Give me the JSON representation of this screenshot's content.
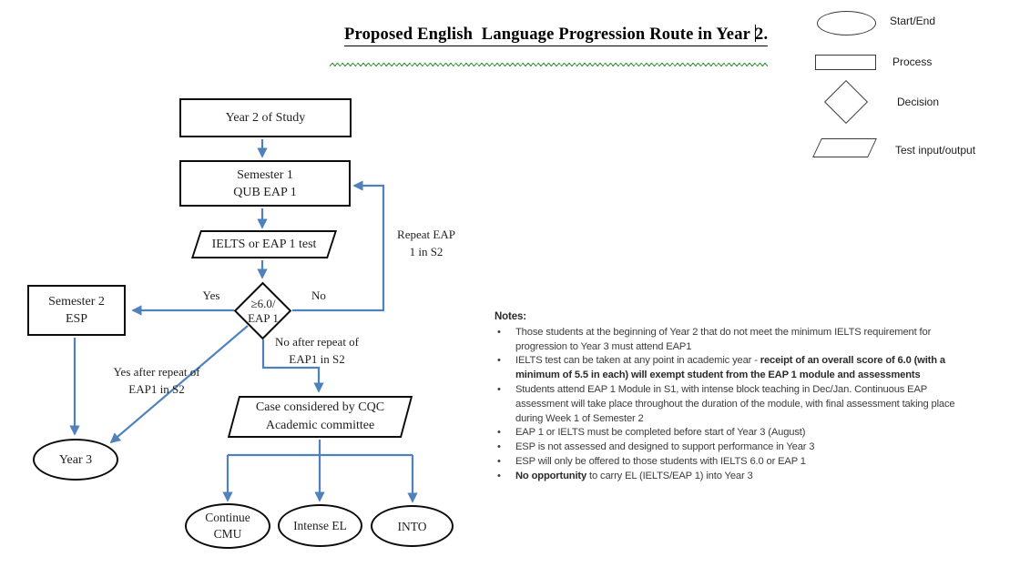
{
  "title": {
    "part1": "Proposed English  Language Progression Route in Year ",
    "part2": "2."
  },
  "legend": {
    "items": [
      {
        "shape": "ellipse-icon",
        "label": "Start/End"
      },
      {
        "shape": "rectangle-icon",
        "label": "Process"
      },
      {
        "shape": "diamond-icon",
        "label": "Decision"
      },
      {
        "shape": "parallelogram-icon",
        "label": "Test input/output"
      }
    ]
  },
  "nodes": {
    "year2": {
      "line1": "Year 2 of Study",
      "line2": ""
    },
    "semester1": {
      "line1": "Semester 1",
      "line2": "QUB EAP 1"
    },
    "ielts_test": {
      "line1": "IELTS or EAP 1 test",
      "line2": ""
    },
    "decision": {
      "line1": "≥6.0/",
      "line2": "EAP 1"
    },
    "semester2": {
      "line1": "Semester 2",
      "line2": "ESP"
    },
    "year3": {
      "line1": "Year 3",
      "line2": ""
    },
    "cqc": {
      "line1": "Case considered by CQC",
      "line2": "Academic committee"
    },
    "continue_cmu": {
      "line1": "Continue",
      "line2": "CMU"
    },
    "intense_el": {
      "line1": "Intense EL",
      "line2": ""
    },
    "into": {
      "line1": "INTO",
      "line2": ""
    }
  },
  "edge_labels": {
    "yes": "Yes",
    "no": "No",
    "repeat_line1": "Repeat EAP",
    "repeat_line2": "1 in S2",
    "no_after_line1": "No after repeat of",
    "no_after_line2": "EAP1 in S2",
    "yes_after_line1": "Yes after repeat of",
    "yes_after_line2": "EAP1 in S2"
  },
  "notes": {
    "heading": "Notes:",
    "items": [
      {
        "segments": [
          {
            "t": "Those students at the beginning of Year 2 that do not meet the minimum IELTS requirement for progression to Year 3 must attend EAP1",
            "b": false
          }
        ]
      },
      {
        "segments": [
          {
            "t": "IELTS test can be taken at any point in academic year - ",
            "b": false
          },
          {
            "t": "receipt of an overall score of 6.0 (with a minimum of 5.5 in each) will exempt student from the EAP 1 module and assessments",
            "b": true
          }
        ]
      },
      {
        "segments": [
          {
            "t": "Students attend EAP 1 Module in S1, with intense block teaching in Dec/Jan. Continuous EAP assessment will take place throughout the duration of the module, with final assessment taking place during Week 1 of Semester 2",
            "b": false
          }
        ]
      },
      {
        "segments": [
          {
            "t": "EAP 1 or IELTS must be completed before start of Year 3 (August)",
            "b": false
          }
        ]
      },
      {
        "segments": [
          {
            "t": "ESP is not assessed and designed to support performance in Year 3",
            "b": false
          }
        ]
      },
      {
        "segments": [
          {
            "t": "ESP will only be offered to those students with IELTS 6.0 or EAP 1",
            "b": false
          }
        ]
      },
      {
        "segments": [
          {
            "t": "No opportunity",
            "b": true
          },
          {
            "t": " to carry EL (IELTS/EAP 1) into Year 3",
            "b": false
          }
        ]
      }
    ]
  },
  "colors": {
    "arrow": "#4f81bd",
    "shape_border": "#0c0c0c",
    "squiggle_green": "#3f9b3f",
    "notes_text": "#3c3c3c"
  }
}
